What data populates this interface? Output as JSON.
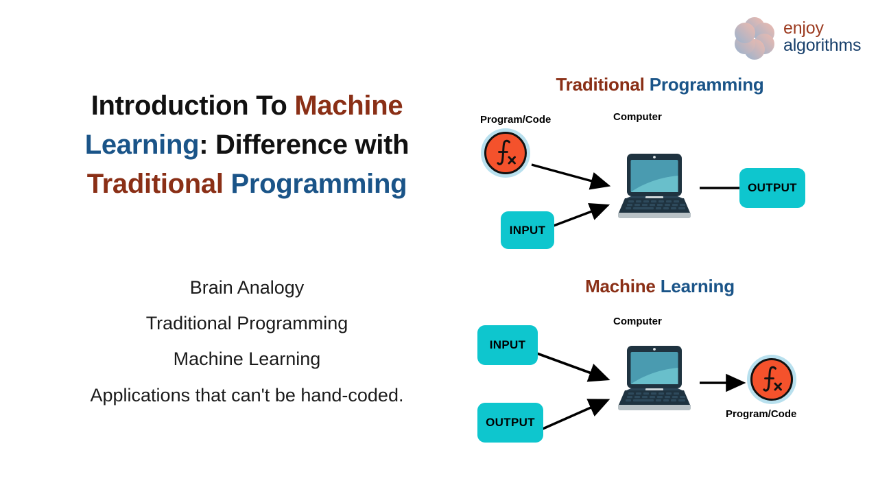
{
  "logo": {
    "mark_icon": "flower-petals-icon",
    "line1": "enjoy",
    "line2": "algorithms",
    "line1_color": "#9c3b20",
    "line2_color": "#173f6b"
  },
  "title": {
    "part1": "Introduction To ",
    "part2": "Machine",
    "part3": " ",
    "part4": "Learning",
    "part5": ": Difference with ",
    "part6": "Traditional",
    "part7": " ",
    "part8": "Programming",
    "accent_brown": "#8a2f16",
    "accent_blue": "#1a5488"
  },
  "agenda": {
    "items": [
      "Brain Analogy",
      "Traditional Programming",
      "Machine Learning",
      "Applications that can't be hand-coded."
    ]
  },
  "diagrams": [
    {
      "heading_part1": "Traditional",
      "heading_part2": "Programming",
      "program_label": "Program/Code",
      "computer_label": "Computer",
      "input_label": "INPUT",
      "output_label": "OUTPUT",
      "fx_symbol": "fx-function-icon",
      "computer_icon": "laptop-icon",
      "box_color": "#0ec6ce",
      "fx_color": "#f4522c"
    },
    {
      "heading_part1": "Machine",
      "heading_part2": "Learning",
      "program_label": "Program/Code",
      "computer_label": "Computer",
      "input_label": "INPUT",
      "output_label": "OUTPUT",
      "fx_symbol": "fx-function-icon",
      "computer_icon": "laptop-icon",
      "box_color": "#0ec6ce",
      "fx_color": "#f4522c"
    }
  ]
}
